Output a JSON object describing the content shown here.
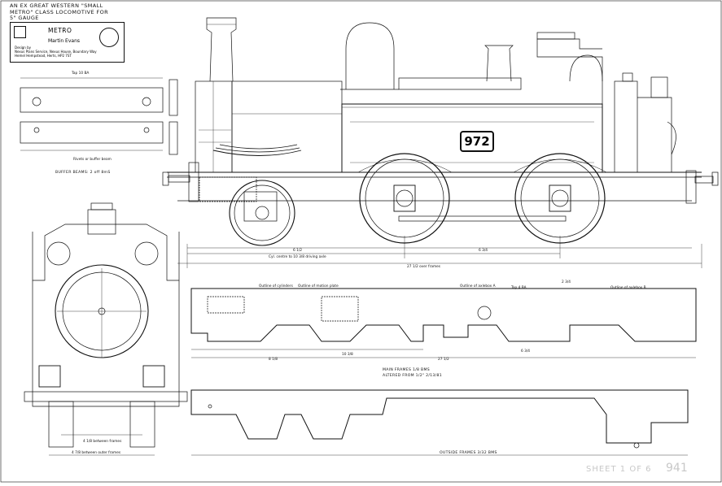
{
  "title_lines": [
    "AN EX GREAT WESTERN \"SMALL",
    "METRO\" CLASS LOCOMOTIVE FOR",
    "5\" GAUGE"
  ],
  "title_block": {
    "brand": "METRO",
    "author": "Martin Evans",
    "address_lines": [
      "Design by",
      "Nexus Plans Service, Nexus House, Boundary Way",
      "Hemel Hempstead, Herts, HP2 7ST"
    ]
  },
  "loco_number": "972",
  "captions": {
    "buffer_beams": "BUFFER BEAMS: 2 off 8mS",
    "main_frames": "MAIN FRAMES 1/8 BMS",
    "altered": "ALTERED FROM 1/2\" 2/13/81",
    "outside_frames": "OUTSIDE FRAMES 3/32 BMS",
    "between_frames": "4 1/8 between frames",
    "between_outer_frames": "4 7/8 between outer frames",
    "cyl_centre": "Cyl. centre to 10 3/8 driving axle",
    "over_frames": "27 1/2 over frames",
    "outline_cylinders": "Outline of cylinders",
    "outline_motion": "Outline of motion plate",
    "outline_axlebox_a": "Outline of axlebox A",
    "outline_axlebox_b": "Outline of axlebox B",
    "rivets_note": "Rivets or buffer beam",
    "tap": "Tap 10 BA",
    "tap2": "Tap 4 BA"
  },
  "dims": {
    "front_len": "6 1/2",
    "rear_len": "6 3/4",
    "overall": "27 1/2",
    "mid": "10 3/8",
    "frame_a": "2 3/4",
    "frame_b": "6 3/4",
    "frame_c": "8 1/8"
  },
  "sheet": {
    "label": "SHEET 1 OF 6",
    "number": "941"
  }
}
